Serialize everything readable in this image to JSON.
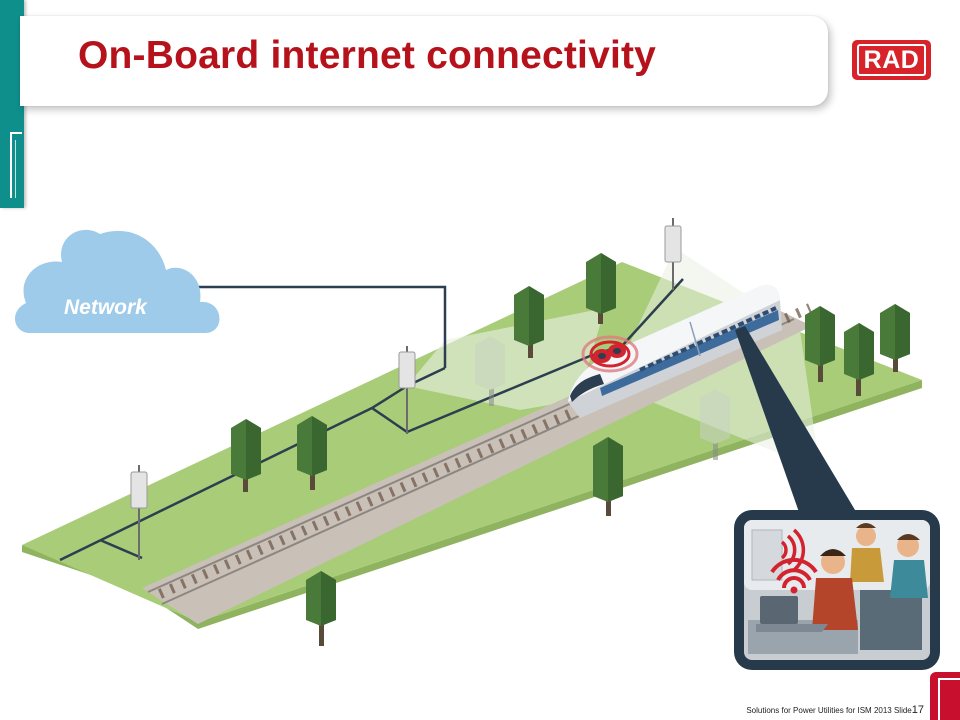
{
  "slide": {
    "title": "On-Board internet connectivity",
    "logo_text": "RAD",
    "footer_text": "Solutions for Power Utilities for ISM 2013  Slide",
    "slide_number": "17"
  },
  "diagram": {
    "cloud_label": "Network",
    "colors": {
      "accent_red": "#b5121b",
      "cloud_blue": "#9ecbea",
      "grass_light": "#a9cc78",
      "grass_side": "#8fb35f",
      "teal": "#0f8f8c",
      "screen_frame": "#263a4c"
    }
  }
}
